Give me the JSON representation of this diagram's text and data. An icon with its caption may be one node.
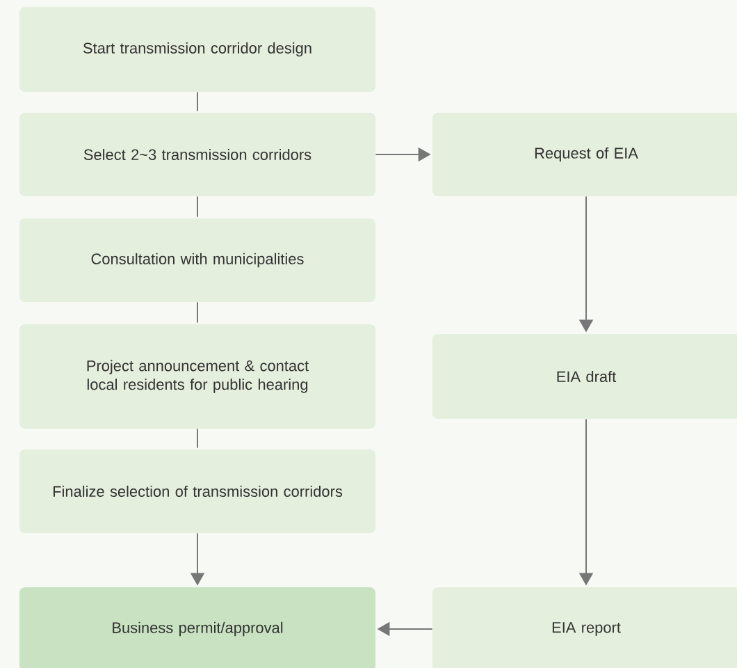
{
  "diagram": {
    "nodes": [
      {
        "text": [
          "Start transmission corridor design"
        ]
      },
      {
        "text": [
          "Select 2~3 transmission corridors"
        ]
      },
      {
        "text": [
          "Consultation with municipalities"
        ]
      },
      {
        "text": [
          "Project announcement & contact local residents for public hearing"
        ]
      },
      {
        "text": [
          "Finalize selection of transmission corridors"
        ]
      },
      {
        "text": [
          "Business permit/approval"
        ]
      },
      {
        "text": [
          "Request of EIA"
        ]
      },
      {
        "text": [
          "EIA draft"
        ]
      },
      {
        "text": [
          "EIA report"
        ]
      }
    ],
    "edges": [
      {
        "from": 0,
        "to": 1,
        "arrow": "none"
      },
      {
        "from": 1,
        "to": 2,
        "arrow": "none"
      },
      {
        "from": 2,
        "to": 3,
        "arrow": "none"
      },
      {
        "from": 3,
        "to": 4,
        "arrow": "none"
      },
      {
        "from": 4,
        "to": 5,
        "arrow": "to"
      },
      {
        "from": 1,
        "to": 6,
        "arrow": "to"
      },
      {
        "from": 6,
        "to": 7,
        "arrow": "to"
      },
      {
        "from": 7,
        "to": 8,
        "arrow": "to"
      },
      {
        "from": 8,
        "to": 5,
        "arrow": "to"
      }
    ]
  }
}
